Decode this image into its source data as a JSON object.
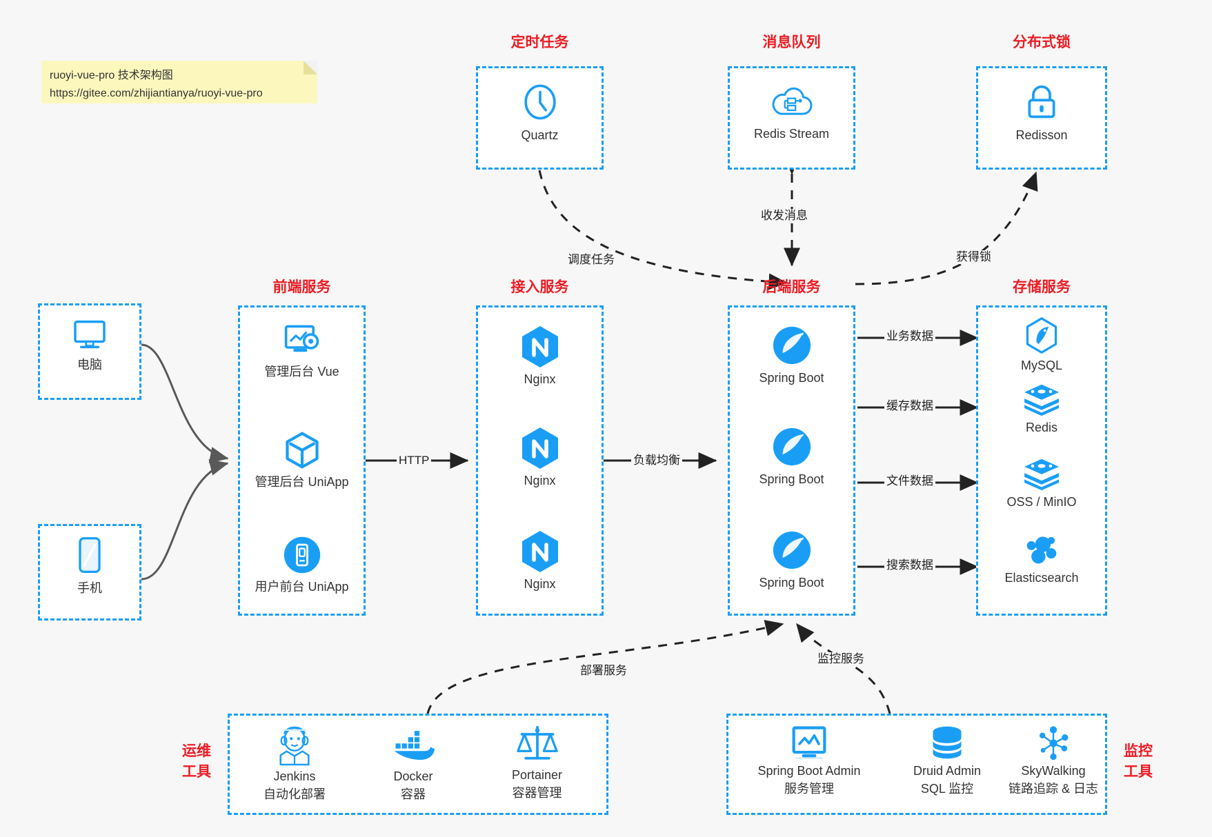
{
  "note": {
    "line1": "ruoyi-vue-pro 技术架构图",
    "line2": "https://gitee.com/zhijiantianya/ruoyi-vue-pro"
  },
  "colors": {
    "accent": "#1a9ef5",
    "title": "#ec1c24",
    "background": "#f7f7f7",
    "note": "#fcf7bd",
    "text": "#333333",
    "arrow": "#222222",
    "curve": "#595959"
  },
  "groups": {
    "scheduler": {
      "title": "定时任务"
    },
    "mq": {
      "title": "消息队列"
    },
    "lock": {
      "title": "分布式锁"
    },
    "frontend": {
      "title": "前端服务"
    },
    "gateway": {
      "title": "接入服务"
    },
    "backend": {
      "title": "后端服务"
    },
    "storage": {
      "title": "存储服务"
    },
    "devops": {
      "title": "运维\n工具",
      "title_line1": "运维",
      "title_line2": "工具"
    },
    "monitor": {
      "title": "监控\n工具",
      "title_line1": "监控",
      "title_line2": "工具"
    }
  },
  "nodes": {
    "quartz": {
      "label": "Quartz",
      "icon": "clock-icon"
    },
    "redis_stream": {
      "label": "Redis Stream",
      "icon": "cloud-queue-icon"
    },
    "redisson": {
      "label": "Redisson",
      "icon": "lock-icon"
    },
    "pc": {
      "label": "电脑",
      "icon": "desktop-icon"
    },
    "mobile": {
      "label": "手机",
      "icon": "phone-icon"
    },
    "admin_vue": {
      "label": "管理后台 Vue",
      "icon": "dashboard-icon"
    },
    "admin_uniapp": {
      "label": "管理后台 UniApp",
      "icon": "cube-icon"
    },
    "user_uniapp": {
      "label": "用户前台 UniApp",
      "icon": "mobile-app-icon"
    },
    "nginx1": {
      "label": "Nginx",
      "icon": "nginx-icon"
    },
    "nginx2": {
      "label": "Nginx",
      "icon": "nginx-icon"
    },
    "nginx3": {
      "label": "Nginx",
      "icon": "nginx-icon"
    },
    "springboot1": {
      "label": "Spring Boot",
      "icon": "spring-icon"
    },
    "springboot2": {
      "label": "Spring Boot",
      "icon": "spring-icon"
    },
    "springboot3": {
      "label": "Spring Boot",
      "icon": "spring-icon"
    },
    "mysql": {
      "label": "MySQL",
      "icon": "mysql-icon"
    },
    "redis": {
      "label": "Redis",
      "icon": "redis-icon"
    },
    "oss": {
      "label": "OSS / MinIO",
      "icon": "redis-icon"
    },
    "elasticsearch": {
      "label": "Elasticsearch",
      "icon": "elasticsearch-icon"
    },
    "jenkins": {
      "label": "Jenkins",
      "sub": "自动化部署",
      "icon": "jenkins-icon"
    },
    "docker": {
      "label": "Docker",
      "sub": "容器",
      "icon": "docker-icon"
    },
    "portainer": {
      "label": "Portainer",
      "sub": "容器管理",
      "icon": "scales-icon"
    },
    "sba": {
      "label": "Spring Boot Admin",
      "sub": "服务管理",
      "icon": "monitor-icon"
    },
    "druid": {
      "label": "Druid Admin",
      "sub": "SQL 监控",
      "icon": "database-icon"
    },
    "skywalking": {
      "label": "SkyWalking",
      "sub": "链路追踪 & 日志",
      "icon": "skywalking-icon"
    }
  },
  "edges": {
    "http": "HTTP",
    "load_balance": "负载均衡",
    "schedule_task": "调度任务",
    "send_receive_message": "收发消息",
    "acquire_lock": "获得锁",
    "business_data": "业务数据",
    "cache_data": "缓存数据",
    "file_data": "文件数据",
    "search_data": "搜索数据",
    "deploy_service": "部署服务",
    "monitor_service": "监控服务"
  }
}
